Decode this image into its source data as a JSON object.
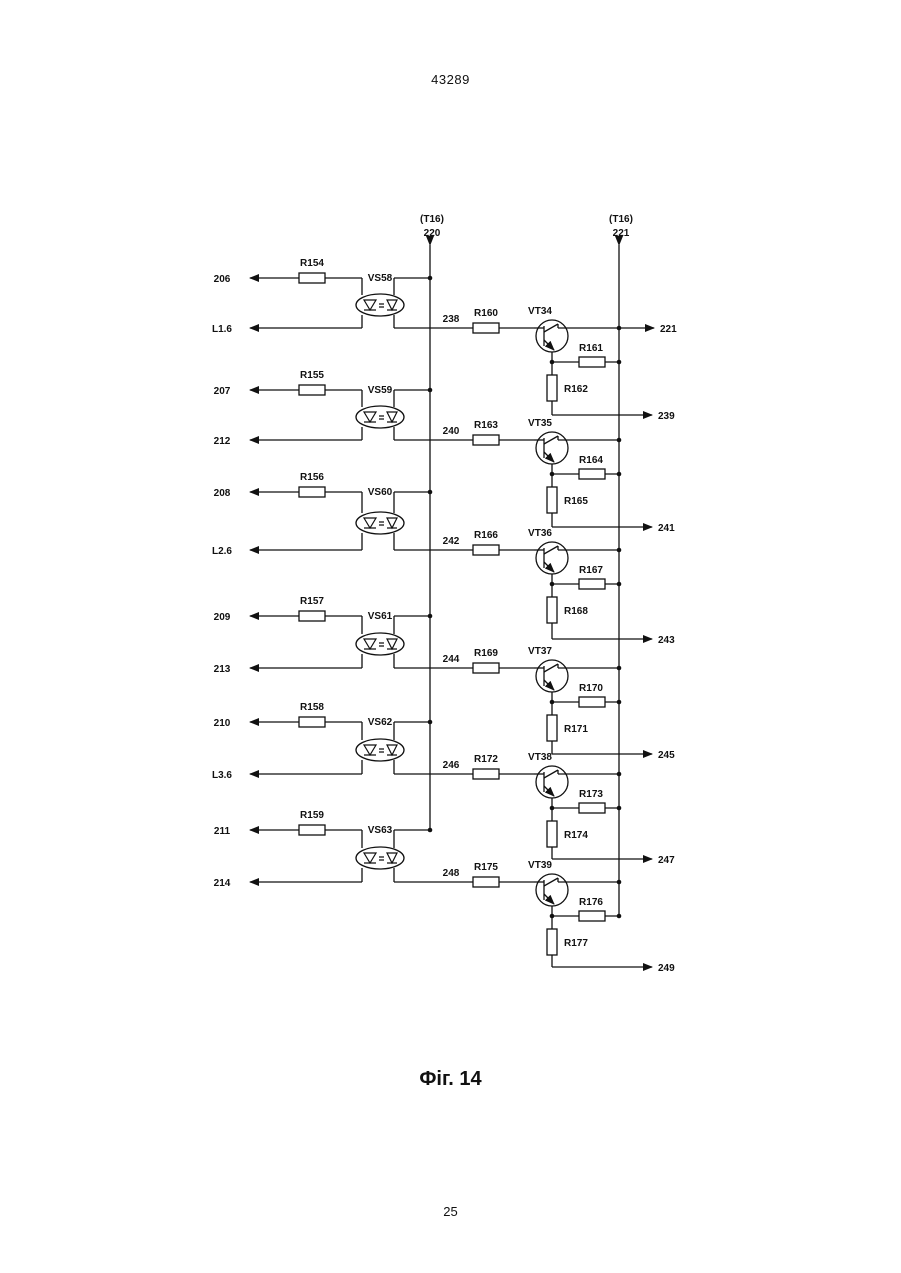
{
  "header": {
    "document_number": "43289"
  },
  "caption": "Фіг. 14",
  "footer": {
    "page_number": "25"
  },
  "rails": [
    {
      "supply": "(Т16)",
      "bus": "220"
    },
    {
      "supply": "(Т16)",
      "bus": "221"
    }
  ],
  "output_bus_label": "221",
  "channels": [
    {
      "input": "206",
      "return": "L1.6",
      "resistor": "R154",
      "optocoupler": "VS58",
      "node": "238",
      "base_resistor": "R160",
      "transistor": "VT34",
      "emitter_resistor": "R161",
      "load_resistor": "R162",
      "output": "239"
    },
    {
      "input": "207",
      "return": "212",
      "resistor": "R155",
      "optocoupler": "VS59",
      "node": "240",
      "base_resistor": "R163",
      "transistor": "VT35",
      "emitter_resistor": "R164",
      "load_resistor": "R165",
      "output": "241"
    },
    {
      "input": "208",
      "return": "L2.6",
      "resistor": "R156",
      "optocoupler": "VS60",
      "node": "242",
      "base_resistor": "R166",
      "transistor": "VT36",
      "emitter_resistor": "R167",
      "load_resistor": "R168",
      "output": "243"
    },
    {
      "input": "209",
      "return": "213",
      "resistor": "R157",
      "optocoupler": "VS61",
      "node": "244",
      "base_resistor": "R169",
      "transistor": "VT37",
      "emitter_resistor": "R170",
      "load_resistor": "R171",
      "output": "245"
    },
    {
      "input": "210",
      "return": "L3.6",
      "resistor": "R158",
      "optocoupler": "VS62",
      "node": "246",
      "base_resistor": "R172",
      "transistor": "VT38",
      "emitter_resistor": "R173",
      "load_resistor": "R174",
      "output": "247"
    },
    {
      "input": "211",
      "return": "214",
      "resistor": "R159",
      "optocoupler": "VS63",
      "node": "248",
      "base_resistor": "R175",
      "transistor": "VT39",
      "emitter_resistor": "R176",
      "load_resistor": "R177",
      "output": "249"
    }
  ]
}
